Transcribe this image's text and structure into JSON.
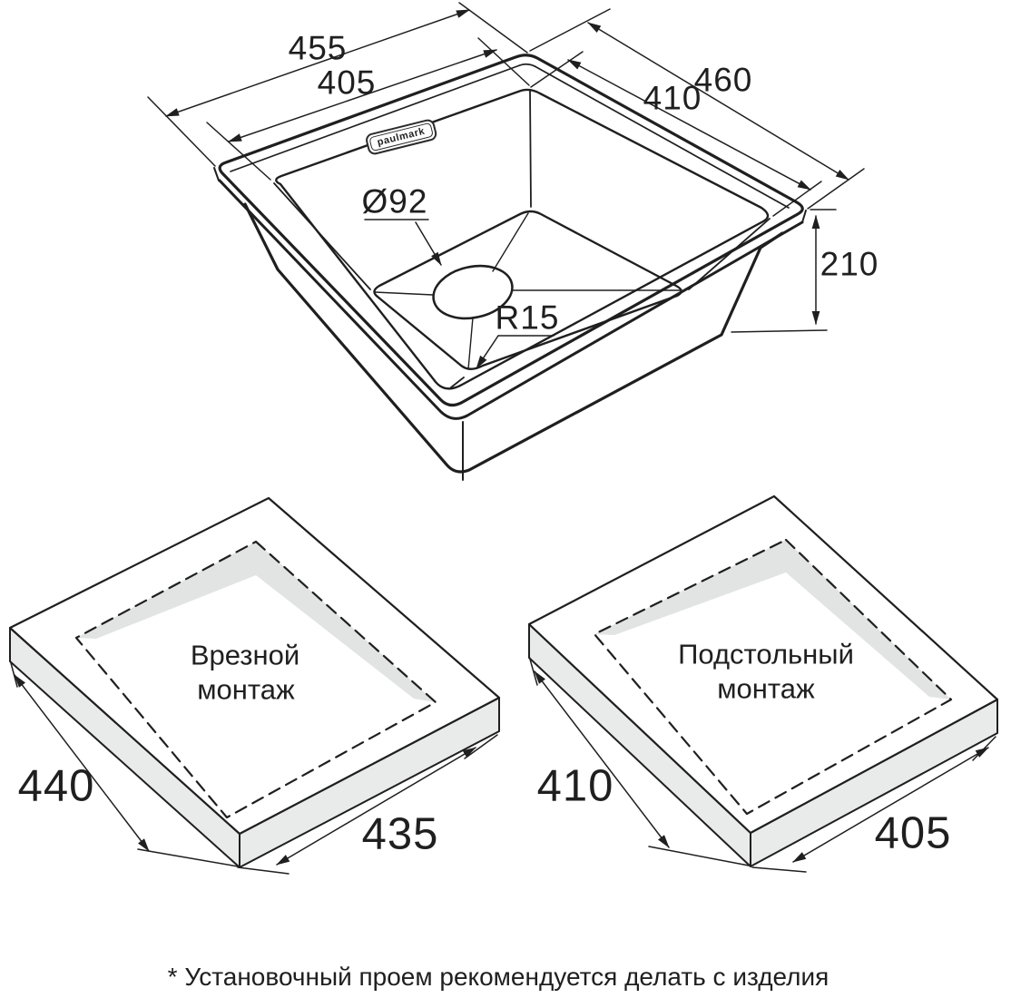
{
  "sink_view": {
    "logo_text": "paulmark",
    "dims": {
      "outer_width": "455",
      "inner_width": "405",
      "outer_depth": "460",
      "inner_depth": "410",
      "drain_diameter": "Ø92",
      "bottom_corner_radius": "R15",
      "bowl_depth": "210"
    }
  },
  "panels": [
    {
      "title_line1": "Врезной",
      "title_line2": "монтаж",
      "dim_side": "440",
      "dim_front": "435"
    },
    {
      "title_line1": "Подстольный",
      "title_line2": "монтаж",
      "dim_side": "410",
      "dim_front": "405"
    }
  ],
  "footnote": "* Установочный проем рекомендуется делать с изделия",
  "colors": {
    "line": "#1f1f1f",
    "slab_side": "#e9eaea",
    "cut_wall": "#e2e4e4",
    "background": "#ffffff"
  }
}
